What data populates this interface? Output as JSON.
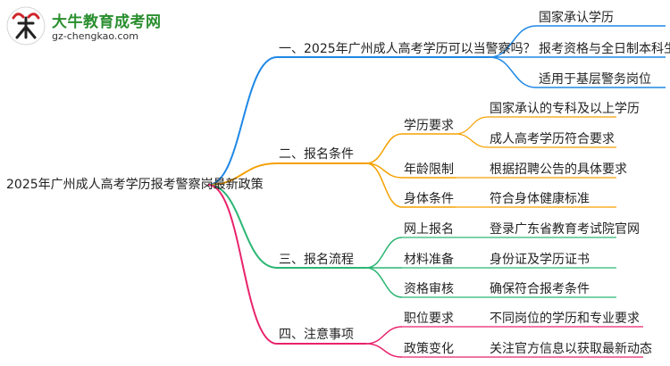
{
  "logo": {
    "name": "大牛教育成考网",
    "url": "gz-chengkao.com"
  },
  "root": {
    "label": "2025年广州成人高考学历报考警察岗最新政策"
  },
  "branches": [
    {
      "label": "一、2025年广州成人高考学历可以当警察吗？",
      "color": "#1e88e5",
      "leaves": [
        "国家承认学历",
        "报考资格与全日制本科生相同",
        "适用于基层警务岗位"
      ]
    },
    {
      "label": "二、报名条件",
      "color": "#f5a000",
      "subs": [
        {
          "label": "学历要求",
          "leaves": [
            "国家承认的专科及以上学历",
            "成人高考学历符合要求"
          ]
        },
        {
          "label": "年龄限制",
          "leaves": [
            "根据招聘公告的具体要求"
          ]
        },
        {
          "label": "身体条件",
          "leaves": [
            "符合身体健康标准"
          ]
        }
      ]
    },
    {
      "label": "三、报名流程",
      "color": "#2bb673",
      "subs": [
        {
          "label": "网上报名",
          "leaves": [
            "登录广东省教育考试院官网"
          ]
        },
        {
          "label": "材料准备",
          "leaves": [
            "身份证及学历证书"
          ]
        },
        {
          "label": "资格审核",
          "leaves": [
            "确保符合报考条件"
          ]
        }
      ]
    },
    {
      "label": "四、注意事项",
      "color": "#e8236b",
      "subs": [
        {
          "label": "职位要求",
          "leaves": [
            "不同岗位的学历和专业要求"
          ]
        },
        {
          "label": "政策变化",
          "leaves": [
            "关注官方信息以获取最新动态"
          ]
        }
      ]
    }
  ]
}
